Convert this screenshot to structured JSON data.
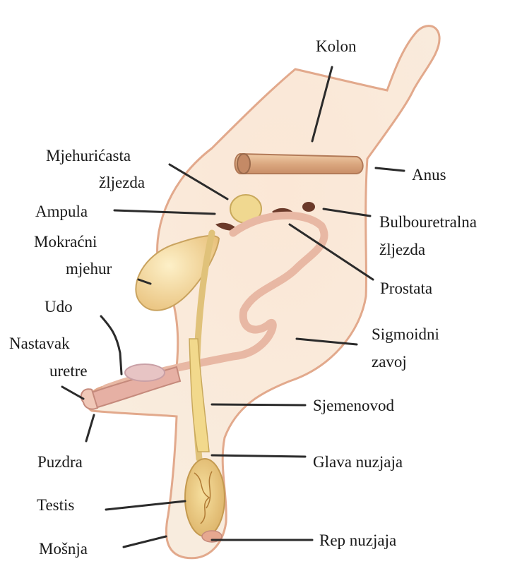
{
  "labels": {
    "kolon": "Kolon",
    "mjehuricasta_1": "Mjehurićasta",
    "mjehuricasta_2": "žljezda",
    "anus": "Anus",
    "ampula": "Ampula",
    "bulbouretralna_1": "Bulbouretralna",
    "bulbouretralna_2": "žljezda",
    "mokracni_1": "Mokraćni",
    "mokracni_2": "mjehur",
    "prostata": "Prostata",
    "udo": "Udo",
    "nastavak_1": "Nastavak",
    "nastavak_2": "uretre",
    "sigmoidni_1": "Sigmoidni",
    "sigmoidni_2": "zavoj",
    "sjemenovod": "Sjemenovod",
    "puzdra": "Puzdra",
    "glava": "Glava nuzjaja",
    "testis": "Testis",
    "rep": "Rep nuzjaja",
    "mosnja": "Mošnja"
  },
  "colors": {
    "body_fill": "#f9ead8",
    "body_outline": "#e2a98c",
    "colon": "#e0b58c",
    "gland_yellow": "#f0d890",
    "bladder": "#f4dca6",
    "dark_gland": "#6b3a2a",
    "vas_deferens": "#e8b8a4",
    "penis": "#e6b0a4",
    "testis": "#f2d59a",
    "leader": "#2b2b2b"
  }
}
